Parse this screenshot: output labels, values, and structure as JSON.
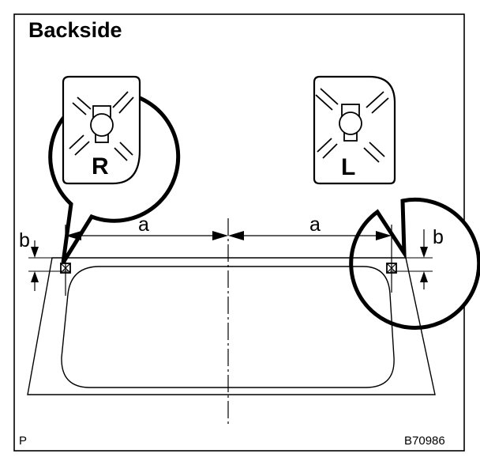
{
  "title": "Backside",
  "callouts": {
    "right": {
      "letter": "R"
    },
    "left": {
      "letter": "L"
    }
  },
  "dimensions": {
    "a_left": "a",
    "a_right": "a",
    "b_left": "b",
    "b_right": "b"
  },
  "corner_left": "P",
  "figure_code": "B70986",
  "colors": {
    "ink": "#000000",
    "paper": "#ffffff"
  }
}
